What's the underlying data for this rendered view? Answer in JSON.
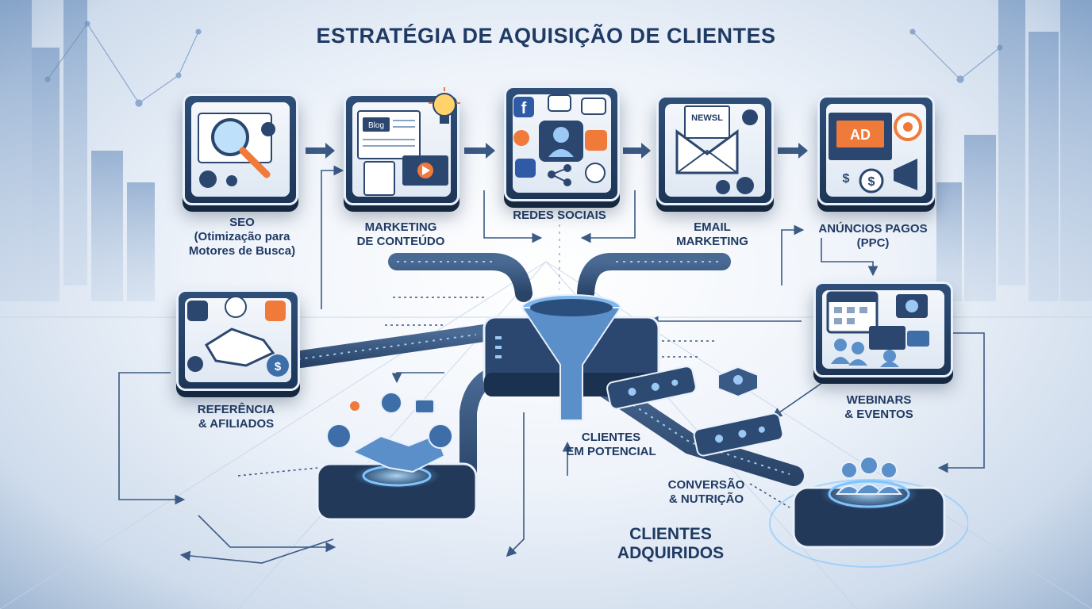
{
  "title": "ESTRATÉGIA DE AQUISIÇÃO DE CLIENTES",
  "channels": {
    "seo": [
      "SEO",
      "(Otimização para",
      "Motores de Busca)"
    ],
    "conteudo": [
      "MARKETING",
      "DE CONTEÚDO"
    ],
    "redes": [
      "REDES SOCIAIS"
    ],
    "email": [
      "EMAIL",
      "MARKETING"
    ],
    "anuncios": [
      "ANÚNCIOS PAGOS",
      "(PPC)"
    ],
    "referencia": [
      "REFERÊNCIA",
      "& AFILIADOS"
    ],
    "webinars": [
      "WEBINARS",
      "& EVENTOS"
    ]
  },
  "stages": {
    "potencial": [
      "CLIENTES",
      "EM POTENCIAL"
    ],
    "conversao": [
      "CONVERSÃO",
      "& NUTRIÇÃO"
    ],
    "adquiridos": [
      "CLIENTES",
      "ADQUIRIDOS"
    ]
  },
  "icon_text": {
    "blog": "Blog",
    "newsletter": "NEWSL",
    "ad": "AD"
  },
  "colors": {
    "navy": "#1f3a63",
    "accent_blue": "#3d8de0",
    "orange": "#f07a3a",
    "glow": "#7fc4ff"
  }
}
